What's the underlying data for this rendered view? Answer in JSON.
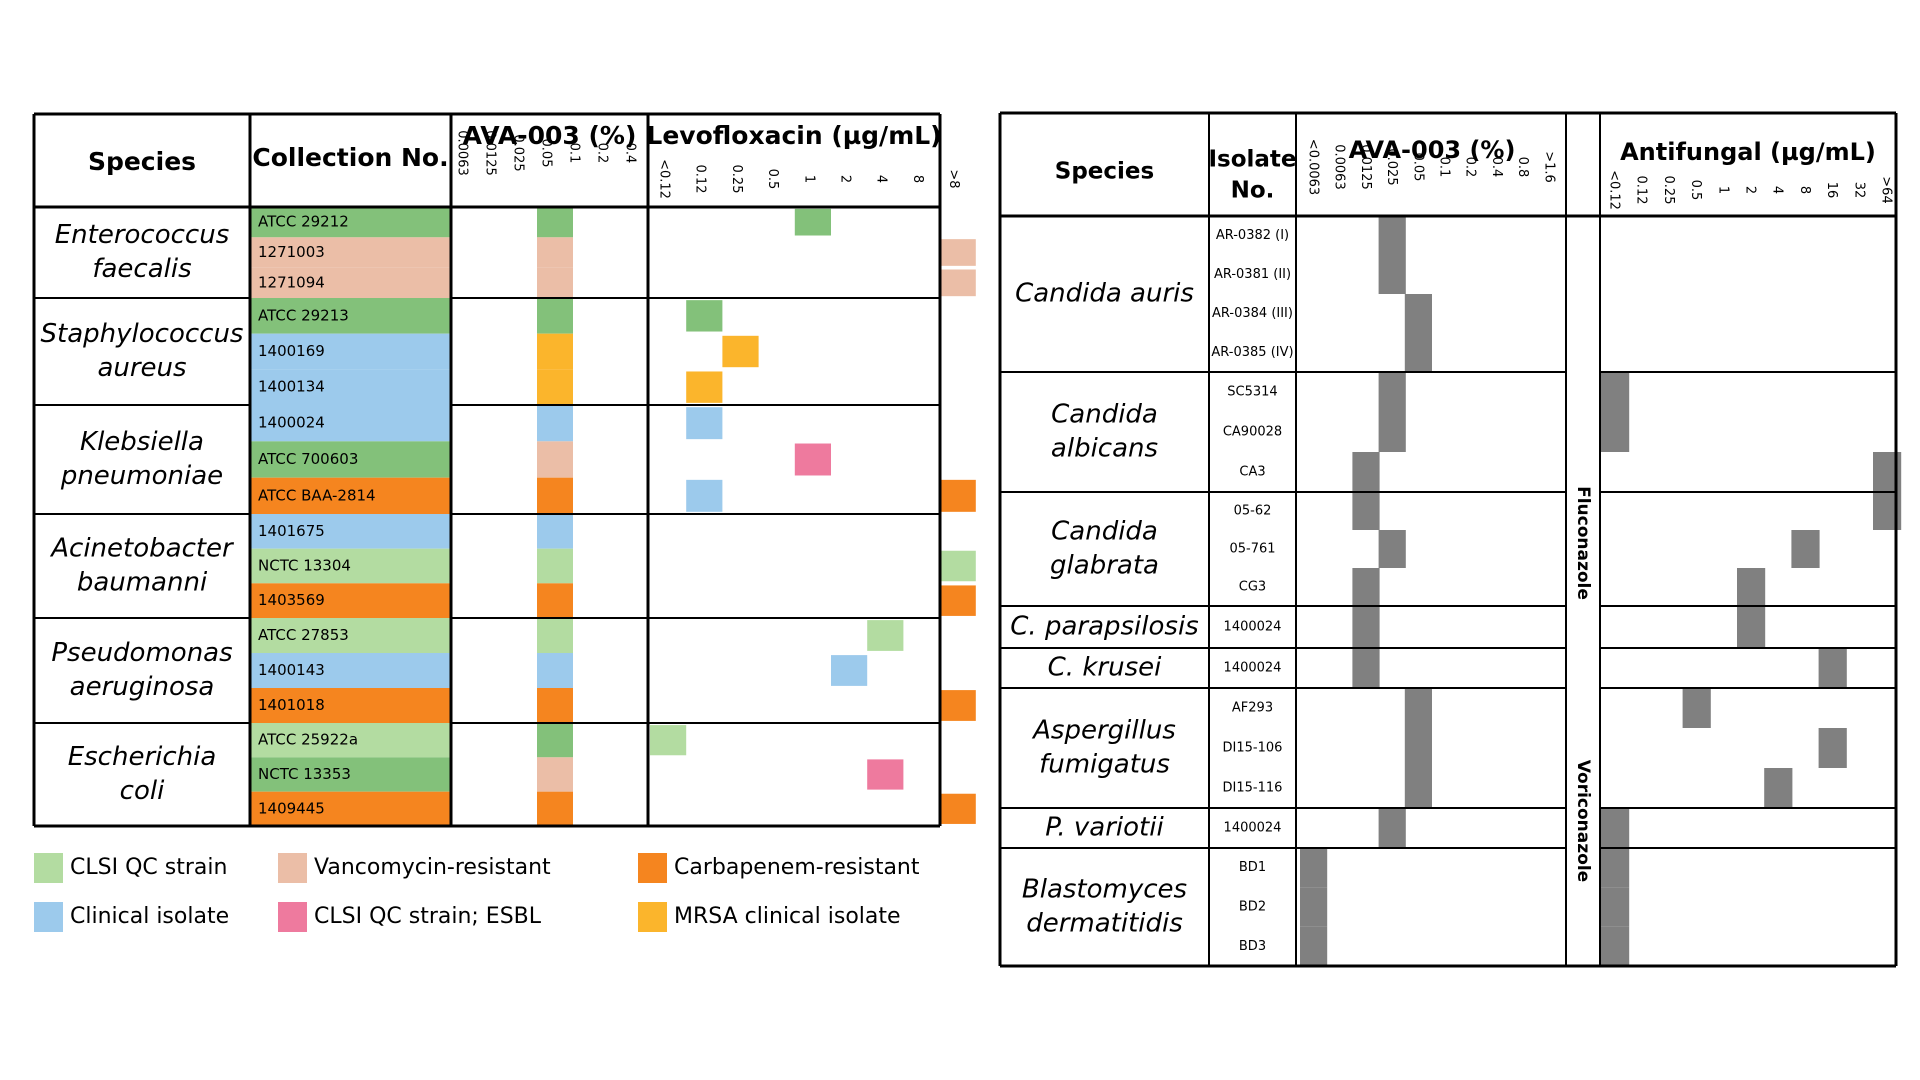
{
  "colors": {
    "clsi_qc": "#b3dca1",
    "clsi_qc_dark": "#83c17a",
    "clinical": "#9ccaec",
    "vanco": "#ebbea7",
    "esbl": "#ee7a9e",
    "carba": "#f5851f",
    "mrsa": "#fbb52c",
    "gray": "#808080"
  },
  "chart_data": [
    {
      "type": "heatmap",
      "title": "",
      "headers": {
        "species": "Species",
        "collection": "Collection No.",
        "ava": "AVA-003 (%)",
        "levo": "Levofloxacin (µg/mL)"
      },
      "ava_ticks": [
        "0.0063",
        "0.0125",
        "0.025",
        "0.05",
        "0.1",
        "0.2",
        "0.4"
      ],
      "levo_ticks": [
        "<0.12",
        "0.12",
        "0.25",
        "0.5",
        "1",
        "2",
        "4",
        "8",
        ">8"
      ],
      "groups": [
        {
          "species": [
            "Enterococcus",
            "faecalis"
          ],
          "rows": [
            {
              "id": "ATCC 29212",
              "cat": "clsi_qc_dark",
              "ava": "0.05",
              "levo": "1"
            },
            {
              "id": "1271003",
              "cat": "vanco",
              "ava": "0.05",
              "levo": ">8"
            },
            {
              "id": "1271094",
              "cat": "vanco",
              "ava": "0.05",
              "levo": ">8"
            }
          ]
        },
        {
          "species": [
            "Staphylococcus",
            "aureus"
          ],
          "rows": [
            {
              "id": "ATCC 29213",
              "cat": "clsi_qc_dark",
              "ava": "0.05",
              "levo": "0.12"
            },
            {
              "id": "1400169",
              "cat": "clinical",
              "ava": "0.05",
              "ava_cat": "mrsa",
              "levo": "0.25",
              "levo_cat": "mrsa"
            },
            {
              "id": "1400134",
              "cat": "clinical",
              "ava": "0.05",
              "ava_cat": "mrsa",
              "levo": "0.12",
              "levo_cat": "mrsa"
            }
          ]
        },
        {
          "species": [
            "Klebsiella",
            "pneumoniae"
          ],
          "rows": [
            {
              "id": "1400024",
              "cat": "clinical",
              "ava": "0.05",
              "levo": "0.12"
            },
            {
              "id": "ATCC 700603",
              "cat": "clsi_qc_dark",
              "ava": "0.05",
              "ava_cat": "vanco",
              "levo": "1",
              "levo_cat": "esbl"
            },
            {
              "id": "ATCC BAA-2814",
              "cat": "carba",
              "ava": "0.05",
              "levo": "0.12",
              "levo_cat": "clinical",
              "levo2": ">8",
              "levo2_cat": "carba"
            }
          ]
        },
        {
          "species": [
            "Acinetobacter",
            "baumanni"
          ],
          "rows": [
            {
              "id": "1401675",
              "cat": "clinical",
              "ava": "0.05",
              "levo": null
            },
            {
              "id": "NCTC 13304",
              "cat": "clsi_qc",
              "ava": "0.05",
              "levo": ">8"
            },
            {
              "id": "1403569",
              "cat": "carba",
              "ava": "0.05",
              "levo": ">8"
            }
          ]
        },
        {
          "species": [
            "Pseudomonas",
            "aeruginosa"
          ],
          "rows": [
            {
              "id": "ATCC 27853",
              "cat": "clsi_qc",
              "ava": "0.05",
              "levo": "4"
            },
            {
              "id": "1400143",
              "cat": "clinical",
              "ava": "0.05",
              "levo": "2"
            },
            {
              "id": "1401018",
              "cat": "carba",
              "ava": "0.05",
              "levo": ">8"
            }
          ]
        },
        {
          "species": [
            "Escherichia",
            "coli"
          ],
          "rows": [
            {
              "id": "ATCC 25922a",
              "cat": "clsi_qc",
              "ava": "0.05",
              "ava_cat": "clsi_qc_dark",
              "levo": "<0.12"
            },
            {
              "id": "NCTC 13353",
              "cat": "clsi_qc_dark",
              "ava": "0.05",
              "ava_cat": "vanco",
              "levo": "4",
              "levo_cat": "esbl"
            },
            {
              "id": "1409445",
              "cat": "carba",
              "ava": "0.05",
              "levo": ">8"
            }
          ]
        }
      ],
      "legend": [
        {
          "label": "CLSI QC strain",
          "cat": "clsi_qc"
        },
        {
          "label": "Vancomycin-resistant",
          "cat": "vanco"
        },
        {
          "label": "Carbapenem-resistant",
          "cat": "carba"
        },
        {
          "label": "Clinical isolate",
          "cat": "clinical"
        },
        {
          "label": "CLSI QC strain; ESBL",
          "cat": "esbl"
        },
        {
          "label": "MRSA clinical isolate",
          "cat": "mrsa"
        }
      ]
    },
    {
      "type": "heatmap",
      "title": "",
      "headers": {
        "species": "Species",
        "isolate": [
          "Isolate",
          "No."
        ],
        "ava": "AVA-003 (%)",
        "antifungal": "Antifungal (µg/mL)"
      },
      "ava_ticks": [
        "<0.0063",
        "0.0063",
        "0.0125",
        "0.025",
        "0.05",
        "0.1",
        "0.2",
        "0.4",
        "0.8",
        ">1.6"
      ],
      "af_ticks": [
        "<0.12",
        "0.12",
        "0.25",
        "0.5",
        "1",
        "2",
        "4",
        "8",
        "16",
        "32",
        ">64"
      ],
      "drug_labels": [
        "Fluconazole",
        "Voriconazole"
      ],
      "groups": [
        {
          "species": [
            "Candida auris"
          ],
          "rows": [
            {
              "id": "AR-0382 (I)",
              "ava": "0.025",
              "af": null
            },
            {
              "id": "AR-0381 (II)",
              "ava": "0.025",
              "af": null
            },
            {
              "id": "AR-0384 (III)",
              "ava": "0.05",
              "af": null
            },
            {
              "id": "AR-0385 (IV)",
              "ava": "0.05",
              "af": null
            }
          ]
        },
        {
          "species": [
            "Candida",
            "albicans"
          ],
          "rows": [
            {
              "id": "SC5314",
              "ava": "0.025",
              "af": "<0.12"
            },
            {
              "id": "CA90028",
              "ava": "0.025",
              "af": "<0.12"
            },
            {
              "id": "CA3",
              "ava": "0.0125",
              "af": ">64"
            }
          ]
        },
        {
          "species": [
            "Candida",
            "glabrata"
          ],
          "rows": [
            {
              "id": "05-62",
              "ava": "0.0125",
              "af": ">64"
            },
            {
              "id": "05-761",
              "ava": "0.025",
              "af": "8"
            },
            {
              "id": "CG3",
              "ava": "0.0125",
              "af": "2"
            }
          ]
        },
        {
          "species": [
            "C. parapsilosis"
          ],
          "rows": [
            {
              "id": "1400024",
              "ava": "0.0125",
              "af": "2"
            }
          ]
        },
        {
          "species": [
            "C. krusei"
          ],
          "rows": [
            {
              "id": "1400024",
              "ava": "0.0125",
              "af": "16"
            }
          ]
        },
        {
          "species": [
            "Aspergillus",
            "fumigatus"
          ],
          "rows": [
            {
              "id": "AF293",
              "ava": "0.05",
              "af": "0.5"
            },
            {
              "id": "DI15-106",
              "ava": "0.05",
              "af": "16"
            },
            {
              "id": "DI15-116",
              "ava": "0.05",
              "af": "4"
            }
          ]
        },
        {
          "species": [
            "P. variotii"
          ],
          "rows": [
            {
              "id": "1400024",
              "ava": "0.025",
              "af": "<0.12"
            }
          ]
        },
        {
          "species": [
            "Blastomyces",
            "dermatitidis"
          ],
          "rows": [
            {
              "id": "BD1",
              "ava": "<0.0063",
              "af": "<0.12"
            },
            {
              "id": "BD2",
              "ava": "<0.0063",
              "af": "<0.12"
            },
            {
              "id": "BD3",
              "ava": "<0.0063",
              "af": "<0.12"
            }
          ]
        }
      ]
    }
  ]
}
